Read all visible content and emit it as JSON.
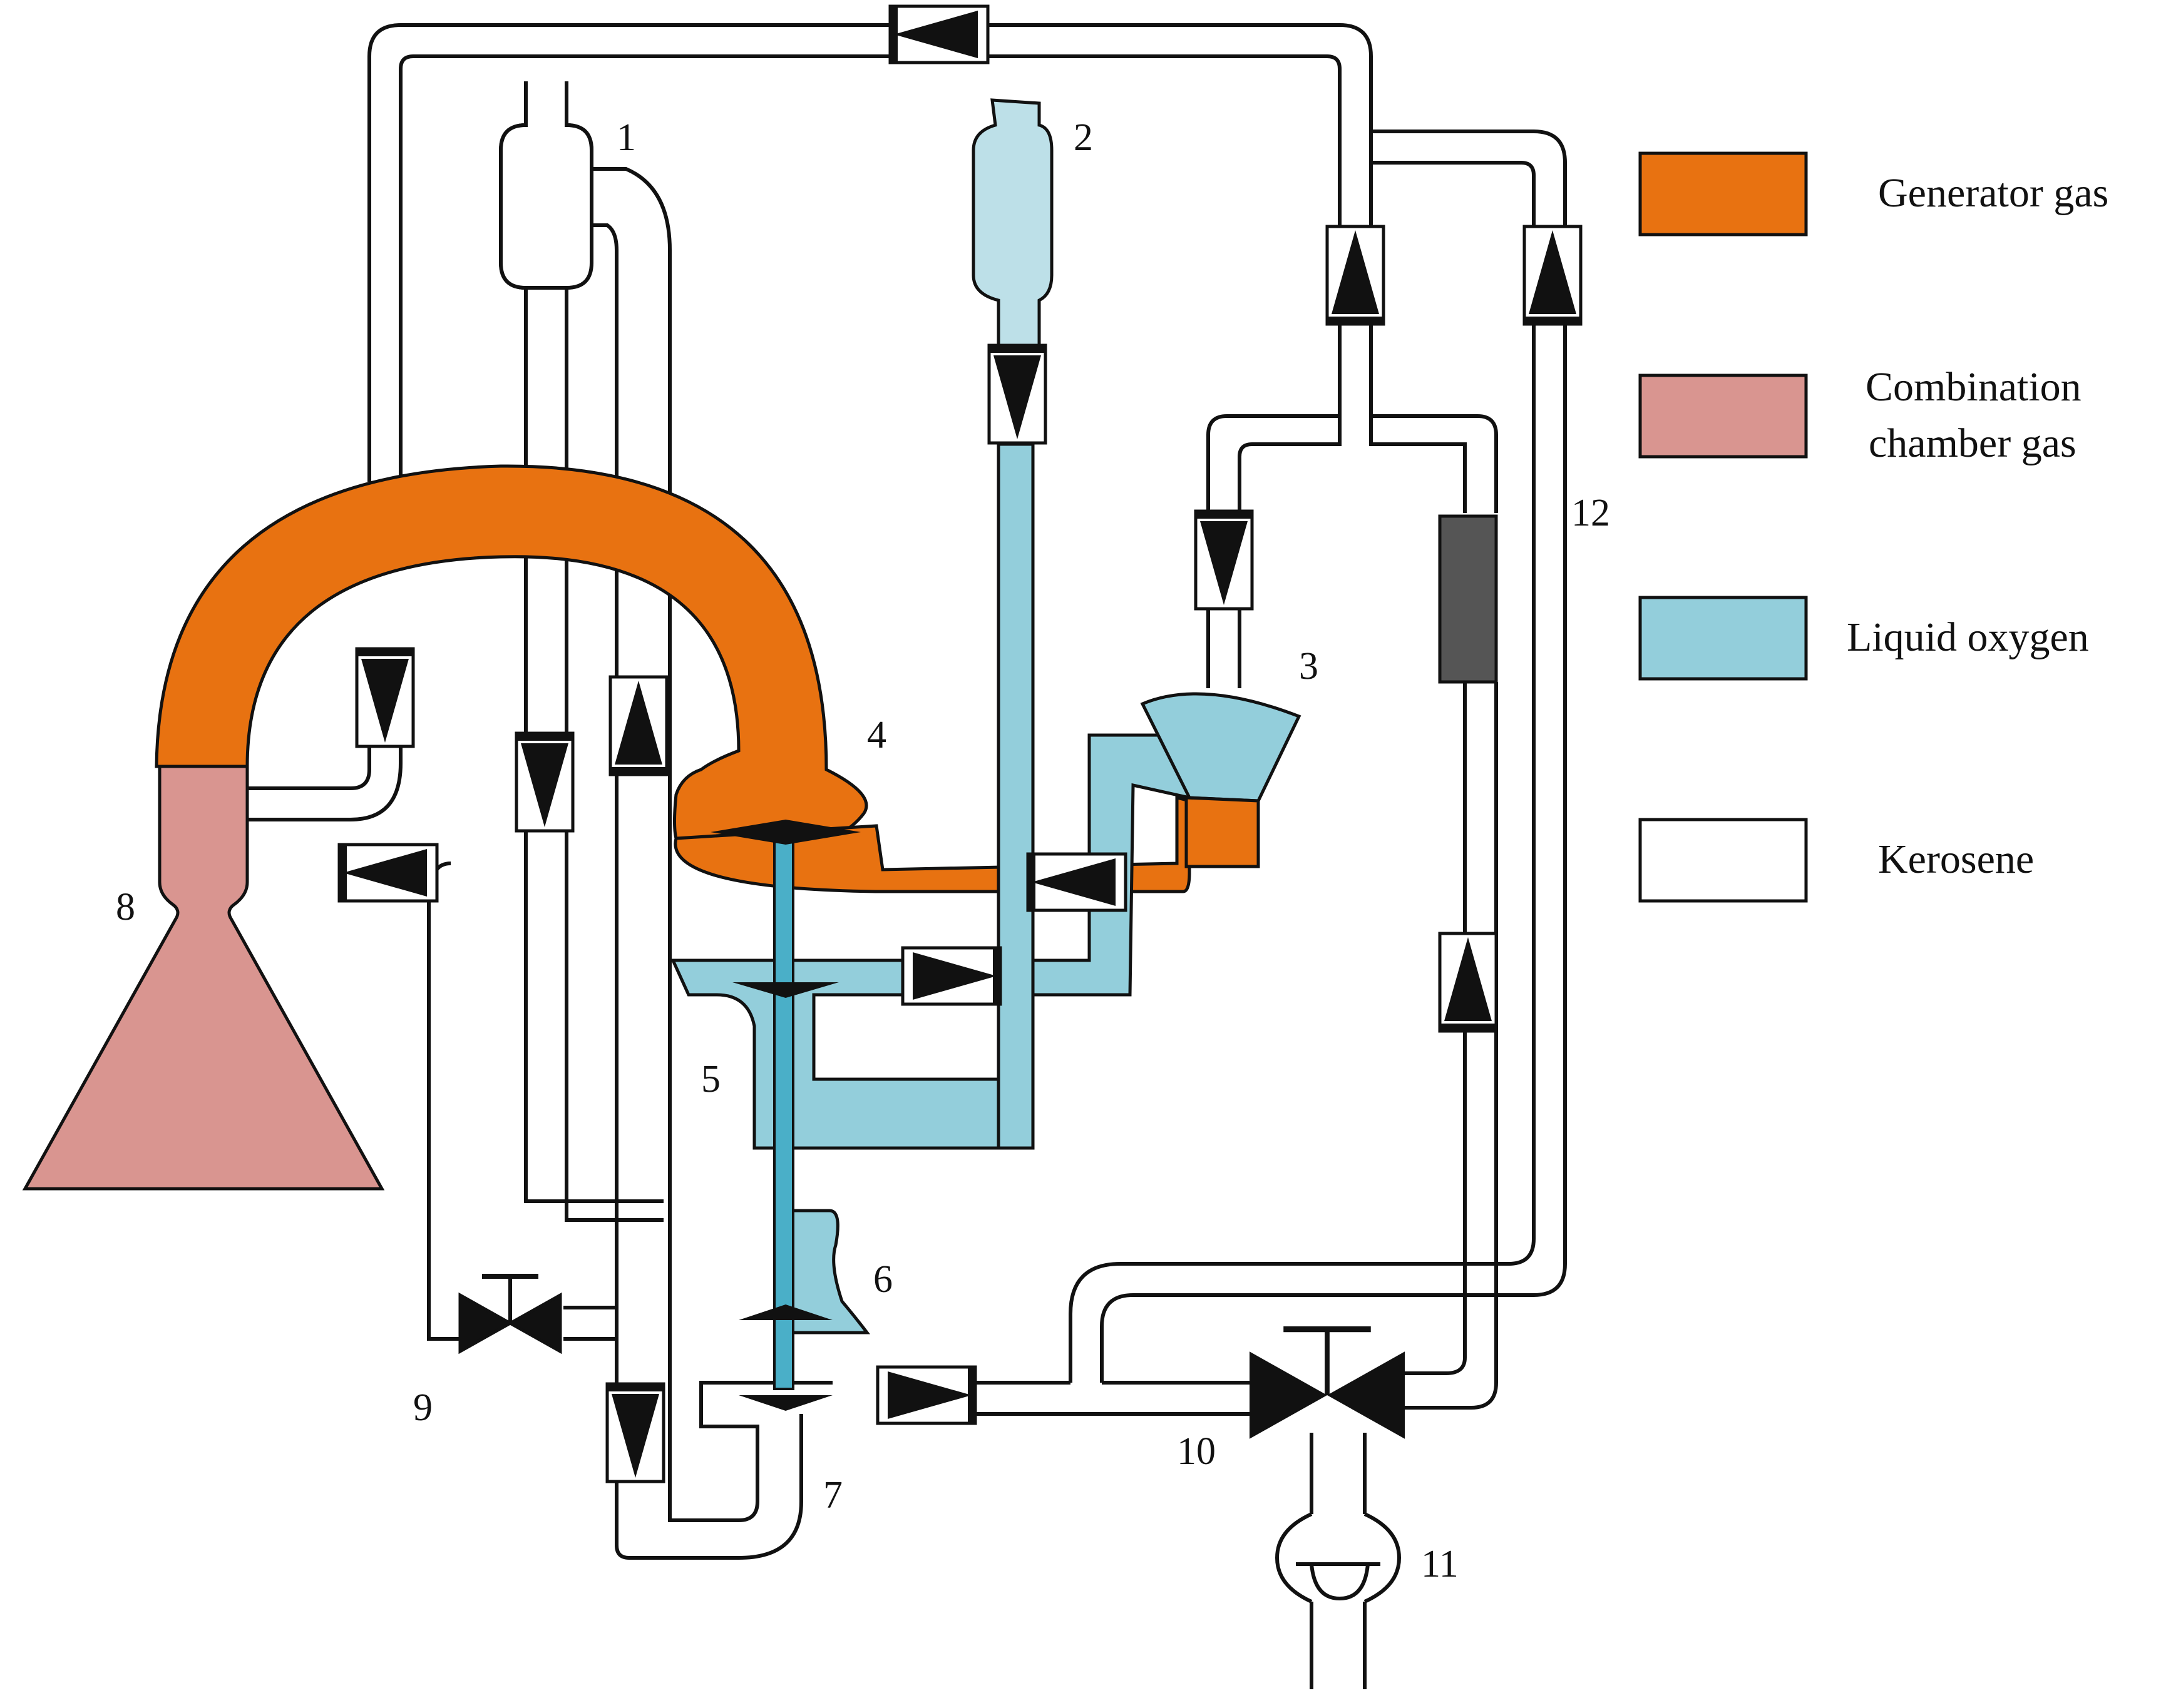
{
  "colors": {
    "generator_gas": "#E87211",
    "combustion_chamber_gas": "#D99590",
    "liquid_oxygen": "#93CEDB",
    "oxygen_tank": "#BDE0E8",
    "kerosene": "#FFFFFF",
    "filter": "#555555",
    "shaft": "#4AAFC8",
    "outline": "#111111"
  },
  "component_labels": [
    "1",
    "2",
    "3",
    "4",
    "5",
    "6",
    "7",
    "8",
    "9",
    "10",
    "11",
    "12"
  ],
  "legend": [
    {
      "text": "Generator gas",
      "swatch": "generator_gas"
    },
    {
      "text": "Combination",
      "text2": "chamber gas",
      "swatch": "combustion_chamber_gas"
    },
    {
      "text": "Liquid oxygen",
      "swatch": "liquid_oxygen"
    },
    {
      "text": "Kerosene",
      "swatch": "kerosene"
    }
  ]
}
